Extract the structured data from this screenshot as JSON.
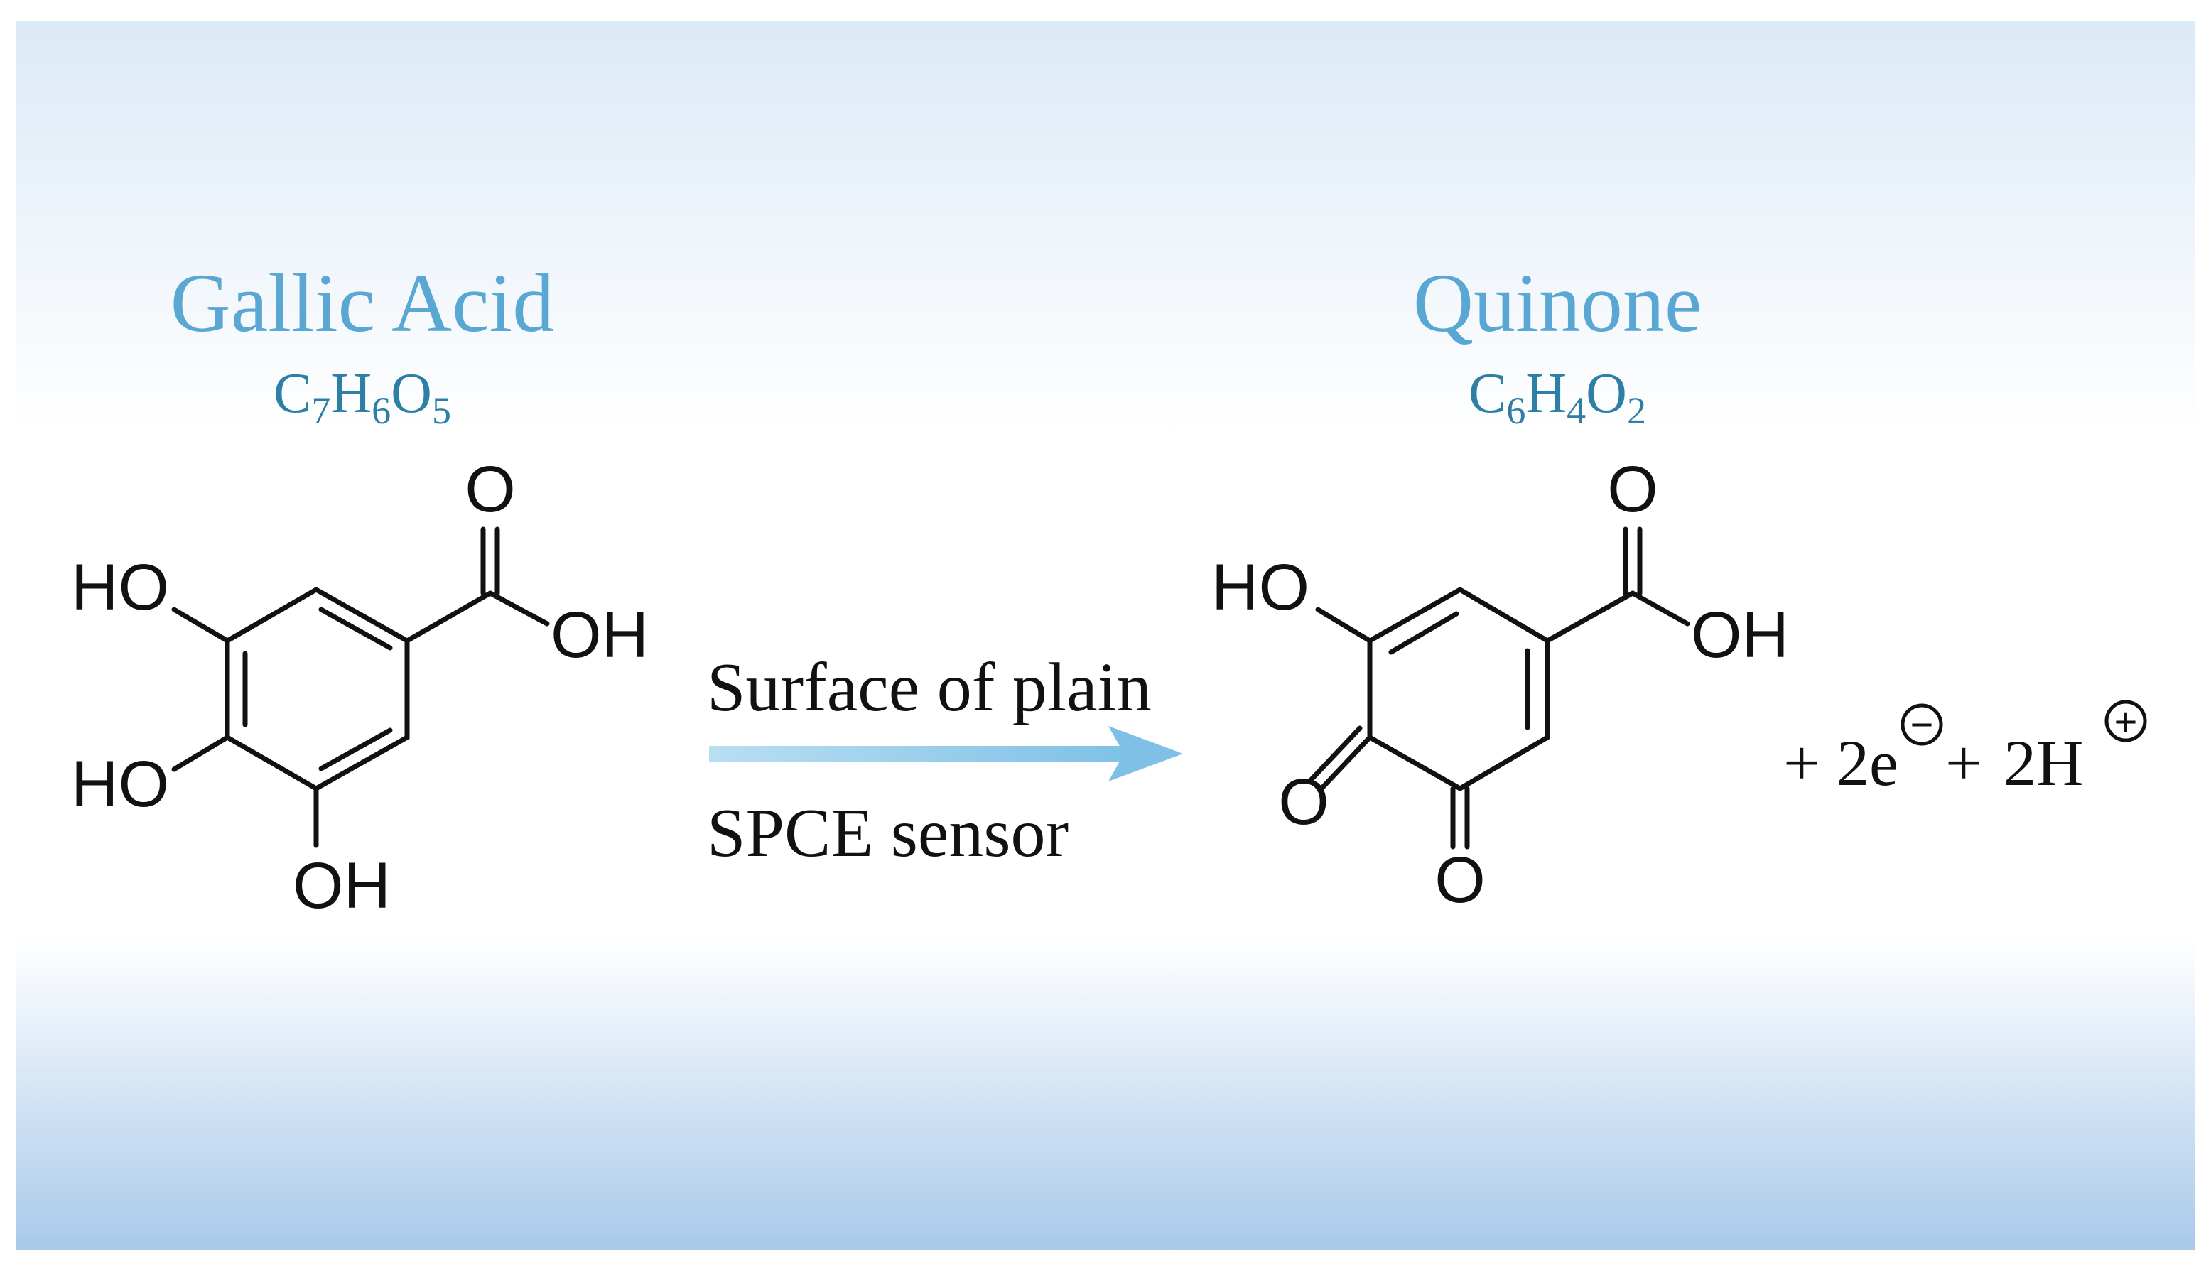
{
  "reactant": {
    "name": "Gallic Acid",
    "formula": {
      "e1": "C",
      "n1": "7",
      "e2": "H",
      "n2": "6",
      "e3": "O",
      "n3": "5"
    },
    "atoms": {
      "o_top": "O",
      "oh_acid": "OH",
      "ho_1": "HO",
      "ho_2": "HO",
      "oh_bottom": "OH"
    }
  },
  "product": {
    "name": "Quinone",
    "formula": {
      "e1": "C",
      "n1": "6",
      "e2": "H",
      "n2": "4",
      "e3": "O",
      "n3": "2"
    },
    "atoms": {
      "o_top": "O",
      "oh_acid": "OH",
      "ho": "HO",
      "o_left": "O",
      "o_bottom": "O"
    }
  },
  "conditions": {
    "line1": "Surface of plain",
    "line2": "SPCE sensor"
  },
  "byproducts": {
    "plus1": "+",
    "electrons": "2e",
    "electron_charge": "−",
    "plus2": "+",
    "protons": "2H",
    "proton_charge": "+"
  },
  "colors": {
    "title": "#5aa7d4",
    "formula": "#2e7fa6",
    "arrow": "#8fc9e8",
    "bg_top": "#dce9f6",
    "bg_bottom": "#a9c9ea"
  }
}
